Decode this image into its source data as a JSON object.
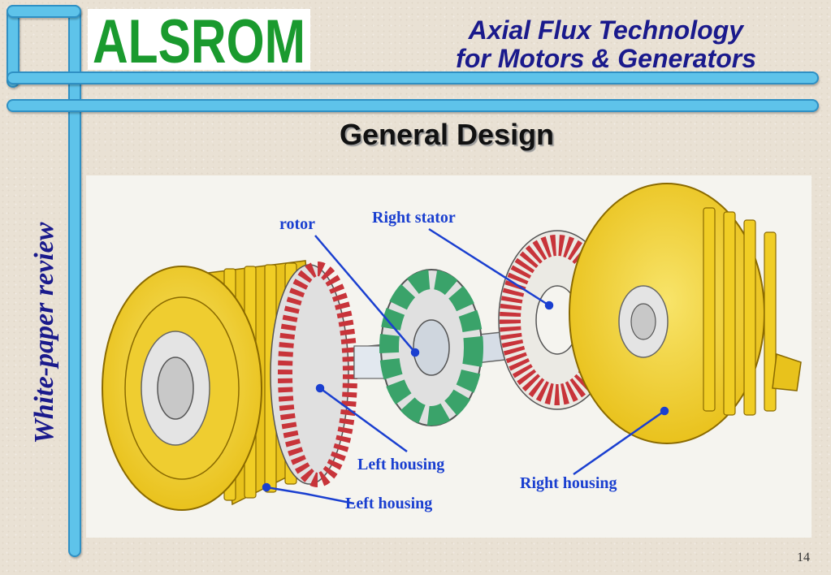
{
  "header": {
    "logo_text": "ALSROM",
    "title_line1": "Axial Flux Technology",
    "title_line2": "for Motors & Generators"
  },
  "slide": {
    "title": "General Design",
    "side_label": "White-paper review",
    "page_number": "14"
  },
  "callouts": {
    "rotor": "rotor",
    "right_stator": "Right stator",
    "left_housing_inner": "Left housing",
    "left_housing_outer": "Left housing",
    "right_housing": "Right housing"
  },
  "colors": {
    "frame_blue": "#5ec3ea",
    "title_navy": "#1a1a8c",
    "label_blue": "#1a3fd0",
    "logo_green": "#1a9a2e",
    "housing_yellow": "#f2d22a",
    "stator_red": "#c8343a",
    "magnet_green": "#3aa36a"
  }
}
